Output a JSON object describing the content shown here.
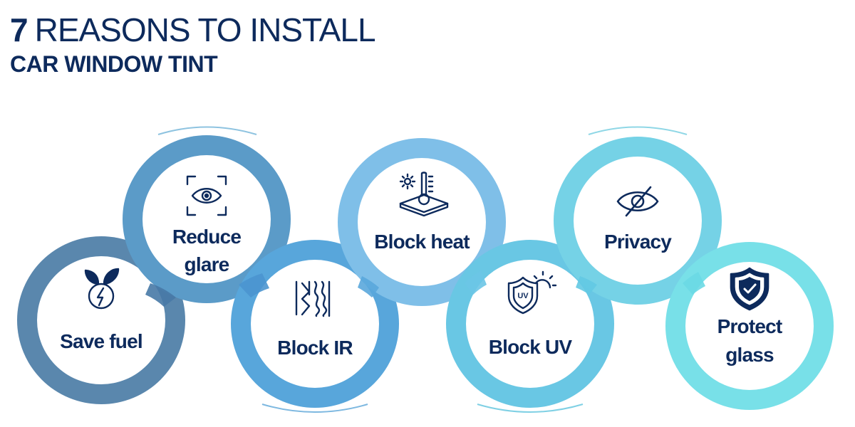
{
  "header": {
    "number": "7",
    "title": "REASONS TO INSTALL",
    "subtitle": "CAR WINDOW TINT"
  },
  "colors": {
    "text": "#0d2a5c",
    "save_fuel": "#5a87ad",
    "reduce_glare": "#5b9bc8",
    "block_ir": "#58a6db",
    "block_heat": "#7fbfe8",
    "block_uv": "#69c7e4",
    "privacy": "#75d2e6",
    "protect_glass": "#78e0e8"
  },
  "reasons": [
    {
      "line1": "Save fuel",
      "line2": "",
      "icon": "leaf-energy-icon"
    },
    {
      "line1": "Reduce",
      "line2": "glare",
      "icon": "eye-focus-icon"
    },
    {
      "line1": "Block IR",
      "line2": "",
      "icon": "infrared-block-icon"
    },
    {
      "line1": "Block heat",
      "line2": "",
      "icon": "thermometer-heat-icon"
    },
    {
      "line1": "Block UV",
      "line2": "",
      "icon": "uv-shield-icon"
    },
    {
      "line1": "Privacy",
      "line2": "",
      "icon": "eye-slash-icon"
    },
    {
      "line1": "Protect",
      "line2": "glass",
      "icon": "shield-check-icon"
    }
  ]
}
